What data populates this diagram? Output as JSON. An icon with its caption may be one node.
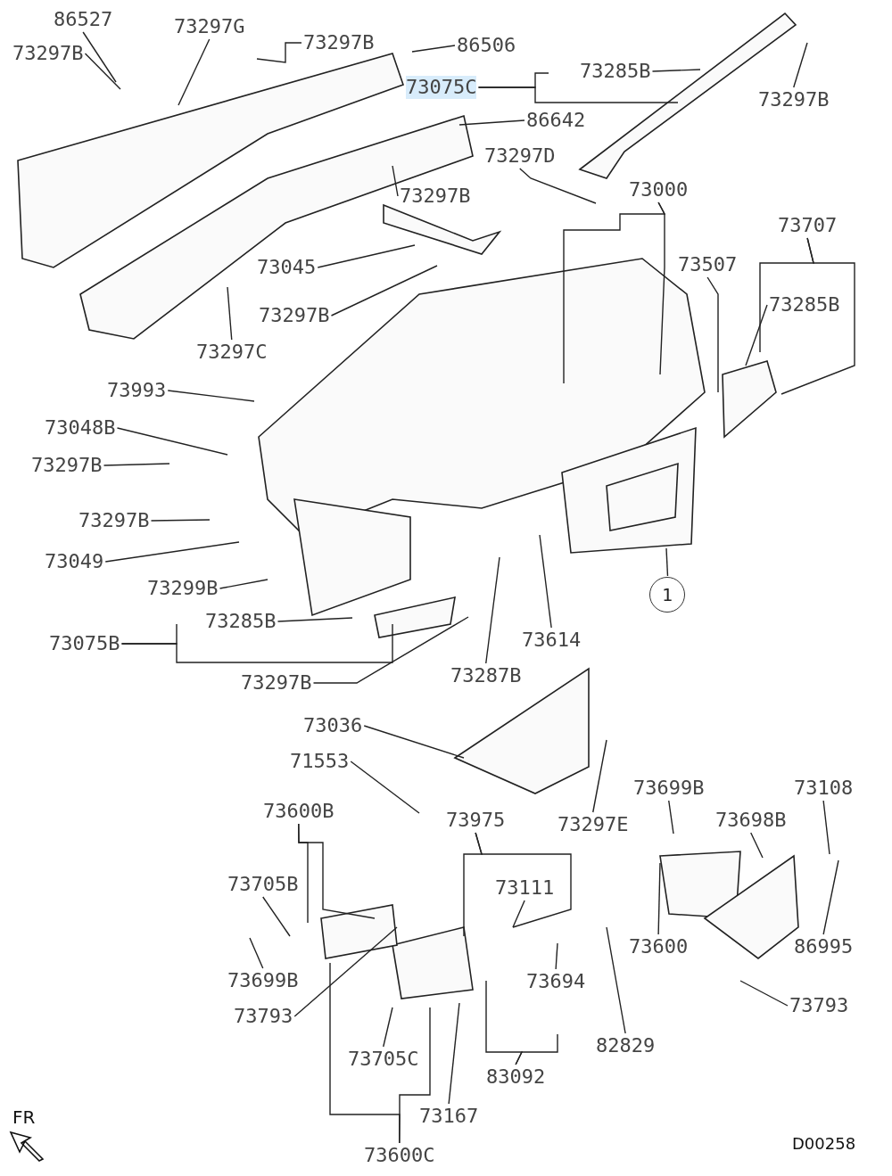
{
  "diagram": {
    "nodes": [
      {
        "text": [
          "86527"
        ]
      },
      {
        "text": [
          "73297B"
        ]
      },
      {
        "text": [
          "73297G"
        ]
      },
      {
        "text": [
          "73297B"
        ]
      },
      {
        "text": [
          "86506"
        ]
      },
      {
        "text": [
          "73075C"
        ]
      },
      {
        "text": [
          "73285B"
        ]
      },
      {
        "text": [
          "73297B"
        ]
      },
      {
        "text": [
          "86642"
        ]
      },
      {
        "text": [
          "73297D"
        ]
      },
      {
        "text": [
          "73297B"
        ]
      },
      {
        "text": [
          "73000"
        ]
      },
      {
        "text": [
          "73707"
        ]
      },
      {
        "text": [
          "73045"
        ]
      },
      {
        "text": [
          "73507"
        ]
      },
      {
        "text": [
          "73285B"
        ]
      },
      {
        "text": [
          "73297B"
        ]
      },
      {
        "text": [
          "73297C"
        ]
      },
      {
        "text": [
          "73993"
        ]
      },
      {
        "text": [
          "73048B"
        ]
      },
      {
        "text": [
          "73297B"
        ]
      },
      {
        "text": [
          "73297B"
        ]
      },
      {
        "text": [
          "73049"
        ]
      },
      {
        "text": [
          "73299B"
        ]
      },
      {
        "text": [
          "73285B"
        ]
      },
      {
        "text": [
          "73075B"
        ]
      },
      {
        "text": [
          "73297B"
        ]
      },
      {
        "text": [
          "73287B"
        ]
      },
      {
        "text": [
          "73614"
        ]
      },
      {
        "text": [
          "1"
        ]
      },
      {
        "text": [
          "73036"
        ]
      },
      {
        "text": [
          "71553"
        ]
      },
      {
        "text": [
          "73600B"
        ]
      },
      {
        "text": [
          "73975"
        ]
      },
      {
        "text": [
          "73111"
        ]
      },
      {
        "text": [
          "73699B"
        ]
      },
      {
        "text": [
          "73108"
        ]
      },
      {
        "text": [
          "73297E"
        ]
      },
      {
        "text": [
          "73698B"
        ]
      },
      {
        "text": [
          "73705B"
        ]
      },
      {
        "text": [
          "73600"
        ]
      },
      {
        "text": [
          "86995"
        ]
      },
      {
        "text": [
          "73699B"
        ]
      },
      {
        "text": [
          "73694"
        ]
      },
      {
        "text": [
          "82829"
        ]
      },
      {
        "text": [
          "73793"
        ]
      },
      {
        "text": [
          "73793"
        ]
      },
      {
        "text": [
          "83092"
        ]
      },
      {
        "text": [
          "73705C"
        ]
      },
      {
        "text": [
          "73167"
        ]
      },
      {
        "text": [
          "73600C"
        ]
      }
    ],
    "edges": [
      {
        "from": 0,
        "to": null,
        "arrow": "none"
      },
      {
        "from": 1,
        "to": null,
        "arrow": "none"
      },
      {
        "from": 2,
        "to": null,
        "arrow": "none"
      },
      {
        "from": 3,
        "to": null,
        "arrow": "none"
      },
      {
        "from": 4,
        "to": null,
        "arrow": "none"
      },
      {
        "from": 5,
        "to": null,
        "arrow": "none"
      },
      {
        "from": 5,
        "to": null,
        "arrow": "none"
      },
      {
        "from": 6,
        "to": null,
        "arrow": "none"
      },
      {
        "from": 7,
        "to": null,
        "arrow": "none"
      },
      {
        "from": 8,
        "to": null,
        "arrow": "none"
      },
      {
        "from": 9,
        "to": null,
        "arrow": "none"
      },
      {
        "from": 10,
        "to": null,
        "arrow": "none"
      },
      {
        "from": 11,
        "to": null,
        "arrow": "none"
      },
      {
        "from": 11,
        "to": null,
        "arrow": "none"
      },
      {
        "from": 12,
        "to": null,
        "arrow": "none"
      },
      {
        "from": 12,
        "to": null,
        "arrow": "none"
      },
      {
        "from": 13,
        "to": null,
        "arrow": "none"
      },
      {
        "from": 14,
        "to": null,
        "arrow": "none"
      },
      {
        "from": 15,
        "to": null,
        "arrow": "none"
      },
      {
        "from": 16,
        "to": null,
        "arrow": "none"
      },
      {
        "from": 17,
        "to": null,
        "arrow": "none"
      },
      {
        "from": 18,
        "to": null,
        "arrow": "none"
      },
      {
        "from": 19,
        "to": null,
        "arrow": "none"
      },
      {
        "from": 20,
        "to": null,
        "arrow": "none"
      },
      {
        "from": 21,
        "to": null,
        "arrow": "none"
      },
      {
        "from": 22,
        "to": null,
        "arrow": "none"
      },
      {
        "from": 23,
        "to": null,
        "arrow": "none"
      },
      {
        "from": 24,
        "to": null,
        "arrow": "none"
      },
      {
        "from": 25,
        "to": null,
        "arrow": "none"
      },
      {
        "from": 25,
        "to": null,
        "arrow": "none"
      },
      {
        "from": 26,
        "to": null,
        "arrow": "none"
      },
      {
        "from": 27,
        "to": null,
        "arrow": "none"
      },
      {
        "from": 28,
        "to": null,
        "arrow": "none"
      },
      {
        "from": 29,
        "to": null,
        "arrow": "none"
      },
      {
        "from": 30,
        "to": null,
        "arrow": "none"
      },
      {
        "from": 31,
        "to": null,
        "arrow": "none"
      },
      {
        "from": 32,
        "to": null,
        "arrow": "none"
      },
      {
        "from": 32,
        "to": null,
        "arrow": "none"
      },
      {
        "from": 33,
        "to": null,
        "arrow": "none"
      },
      {
        "from": 33,
        "to": null,
        "arrow": "none"
      },
      {
        "from": 34,
        "to": null,
        "arrow": "none"
      },
      {
        "from": 35,
        "to": null,
        "arrow": "none"
      },
      {
        "from": 36,
        "to": null,
        "arrow": "none"
      },
      {
        "from": 37,
        "to": null,
        "arrow": "none"
      },
      {
        "from": 38,
        "to": null,
        "arrow": "none"
      },
      {
        "from": 39,
        "to": null,
        "arrow": "none"
      },
      {
        "from": 40,
        "to": null,
        "arrow": "none"
      },
      {
        "from": 41,
        "to": null,
        "arrow": "none"
      },
      {
        "from": 42,
        "to": null,
        "arrow": "none"
      },
      {
        "from": 43,
        "to": null,
        "arrow": "none"
      },
      {
        "from": 44,
        "to": null,
        "arrow": "none"
      },
      {
        "from": 45,
        "to": null,
        "arrow": "none"
      },
      {
        "from": 46,
        "to": null,
        "arrow": "none"
      },
      {
        "from": 47,
        "to": null,
        "arrow": "none"
      },
      {
        "from": 47,
        "to": null,
        "arrow": "none"
      },
      {
        "from": 48,
        "to": null,
        "arrow": "none"
      },
      {
        "from": 49,
        "to": null,
        "arrow": "none"
      },
      {
        "from": 50,
        "to": null,
        "arrow": "none"
      },
      {
        "from": 50,
        "to": null,
        "arrow": "none"
      }
    ],
    "labels": [
      "FR",
      "D00258"
    ]
  }
}
